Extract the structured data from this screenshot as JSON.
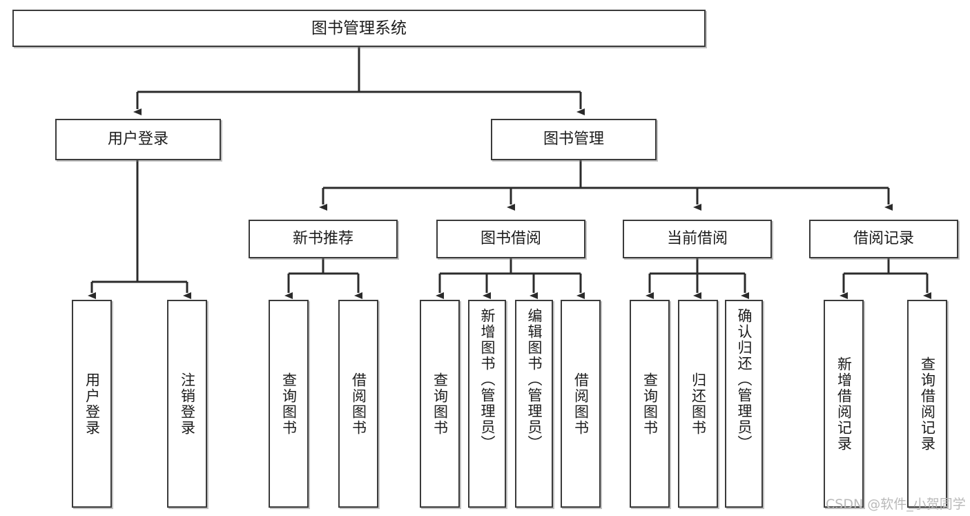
{
  "diagram": {
    "type": "tree-hierarchy",
    "title": "图书管理系统",
    "style": {
      "background": "#ffffff",
      "box_border": "#3a3a3a",
      "box_fill": "#ffffff",
      "text_color": "#1c1c1c",
      "connector": "#2b2b2b"
    },
    "levels": {
      "root": {
        "label": "图书管理系统"
      },
      "level2": [
        {
          "label": "用户登录"
        },
        {
          "label": "图书管理"
        }
      ],
      "level3": [
        {
          "label": "新书推荐"
        },
        {
          "label": "图书借阅"
        },
        {
          "label": "当前借阅"
        },
        {
          "label": "借阅记录"
        }
      ],
      "leaves": [
        {
          "label": "用户登录",
          "parent": "用户登录"
        },
        {
          "label": "注销登录",
          "parent": "用户登录"
        },
        {
          "label": "查询图书",
          "parent": "新书推荐"
        },
        {
          "label": "借阅图书",
          "parent": "新书推荐"
        },
        {
          "label": "查询图书",
          "parent": "图书借阅"
        },
        {
          "label": "新增图书（管理员）",
          "parent": "图书借阅"
        },
        {
          "label": "编辑图书（管理员）",
          "parent": "图书借阅"
        },
        {
          "label": "借阅图书",
          "parent": "图书借阅"
        },
        {
          "label": "查询图书",
          "parent": "当前借阅"
        },
        {
          "label": "归还图书",
          "parent": "当前借阅"
        },
        {
          "label": "确认归还（管理员）",
          "parent": "当前借阅"
        },
        {
          "label": "新增借阅记录",
          "parent": "借阅记录"
        },
        {
          "label": "查询借阅记录",
          "parent": "借阅记录"
        }
      ]
    },
    "watermark": "CSDN @软件_小贺同学"
  }
}
